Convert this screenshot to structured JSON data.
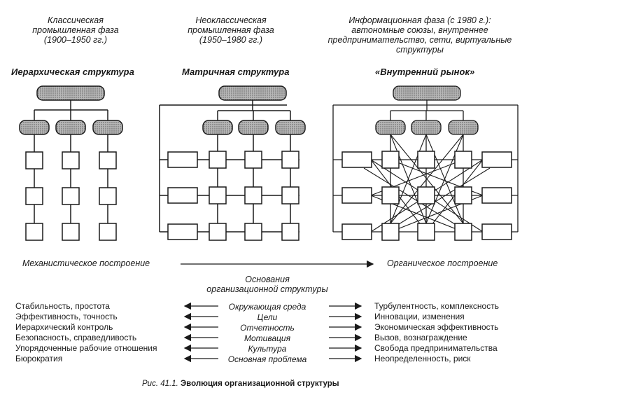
{
  "phases": [
    {
      "title": "Классическая\nпромышленная фаза\n(1900–1950 гг.)",
      "structure": "Иерархическая структура"
    },
    {
      "title": "Неоклассическая\nпромышленная фаза\n(1950–1980 гг.)",
      "structure": "Матричная структура"
    },
    {
      "title": "Информационная фаза (с 1980 г.):\nавтономные союзы, внутреннее\nпредпринимательство, сети, виртуальные\nструктуры",
      "structure": "«Внутренний рынок»"
    }
  ],
  "axis": {
    "left": "Механистическое построение",
    "right": "Органическое построение"
  },
  "basis_title": "Основания\nорганизационной структуры",
  "rows": [
    {
      "left": "Стабильность, простота",
      "middle": "Окружающая среда",
      "right": "Турбулентность, комплексность"
    },
    {
      "left": "Эффективность, точность",
      "middle": "Цели",
      "right": "Инновации, изменения"
    },
    {
      "left": "Иерархический контроль",
      "middle": "Отчетность",
      "right": "Экономическая эффективность"
    },
    {
      "left": "Безопасность, справедливость",
      "middle": "Мотивация",
      "right": "Вызов, вознаграждение"
    },
    {
      "left": "Упорядоченные рабочие отношения",
      "middle": "Культура",
      "right": "Свобода предпринимательства"
    },
    {
      "left": "Бюрократия",
      "middle": "Основная проблема",
      "right": "Неопределенность, риск"
    }
  ],
  "caption": {
    "prefix": "Рис. 41.1.",
    "title": "Эволюция организационной структуры"
  },
  "colors": {
    "ink": "#1a1a1a",
    "head_fill": "#9a9a9a",
    "box_fill": "#ffffff"
  }
}
